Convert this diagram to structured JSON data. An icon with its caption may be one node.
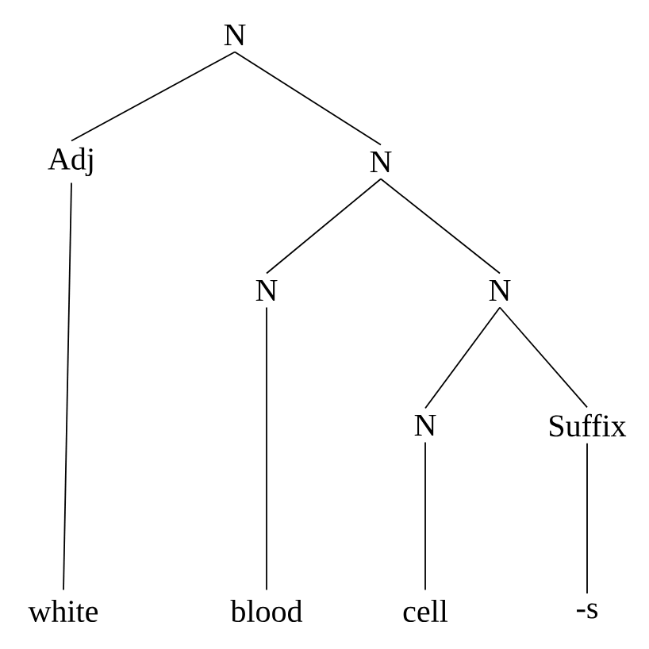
{
  "diagram": {
    "nodes": [
      {
        "text": [
          "N"
        ]
      },
      {
        "text": [
          "Adj"
        ]
      },
      {
        "text": [
          "N"
        ]
      },
      {
        "text": [
          "N"
        ]
      },
      {
        "text": [
          "N"
        ]
      },
      {
        "text": [
          "N"
        ]
      },
      {
        "text": [
          "Suffix"
        ]
      },
      {
        "text": [
          "white"
        ]
      },
      {
        "text": [
          "blood"
        ]
      },
      {
        "text": [
          "cell"
        ]
      },
      {
        "text": [
          "-s"
        ]
      }
    ],
    "edges": [
      {
        "from": 0,
        "to": 1,
        "arrow": "none"
      },
      {
        "from": 0,
        "to": 2,
        "arrow": "none"
      },
      {
        "from": 1,
        "to": 7,
        "arrow": "none"
      },
      {
        "from": 2,
        "to": 3,
        "arrow": "none"
      },
      {
        "from": 2,
        "to": 4,
        "arrow": "none"
      },
      {
        "from": 3,
        "to": 8,
        "arrow": "none"
      },
      {
        "from": 4,
        "to": 5,
        "arrow": "none"
      },
      {
        "from": 4,
        "to": 6,
        "arrow": "none"
      },
      {
        "from": 5,
        "to": 9,
        "arrow": "none"
      },
      {
        "from": 6,
        "to": 10,
        "arrow": "none"
      }
    ]
  }
}
